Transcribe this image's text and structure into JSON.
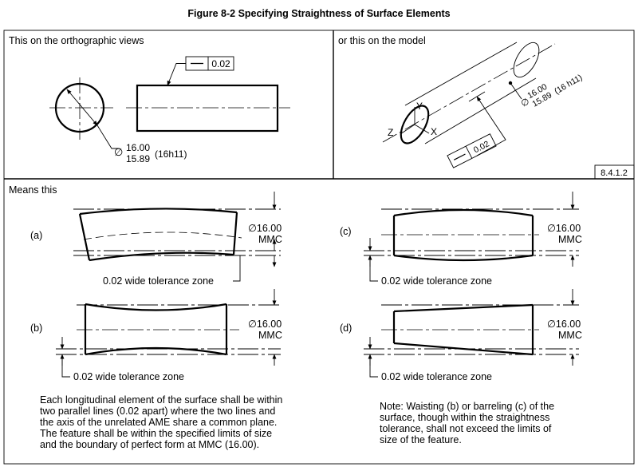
{
  "figure_title": "Figure 8-2 Specifying Straightness of Surface Elements",
  "panel_ortho": {
    "label": "This on the orthographic views",
    "fcf_tolerance": "0.02",
    "dim_upper": "16.00",
    "dim_lower": "15.89",
    "dim_fit": "(16h11)",
    "diameter_symbol": "∅"
  },
  "panel_model": {
    "label": "or this on the model",
    "fcf_tolerance": "0.02",
    "dim_upper": "16.00",
    "dim_lower": "15.89",
    "dim_fit": "(16 h11)",
    "axis_x": "X",
    "axis_y": "Y",
    "axis_z": "Z",
    "reference": "8.4.1.2"
  },
  "panel_means": {
    "label": "Means this",
    "a": {
      "tag": "(a)",
      "dim": "∅16.00",
      "mmc": "MMC",
      "zone": "0.02  wide  tolerance  zone"
    },
    "b": {
      "tag": "(b)",
      "dim": "∅16.00",
      "mmc": "MMC",
      "zone": "0.02  wide  tolerance  zone"
    },
    "c": {
      "tag": "(c)",
      "dim": "∅16.00",
      "mmc": "MMC",
      "zone": "0.02  wide  tolerance  zone"
    },
    "d": {
      "tag": "(d)",
      "dim": "∅16.00",
      "mmc": "MMC",
      "zone": "0.02  wide  tolerance  zone"
    },
    "text_left": [
      "Each longitudinal element of the surface shall be within",
      "two parallel lines (0.02 apart) where the two lines and",
      "the axis of the unrelated AME share a common plane.",
      "The feature shall be within the specified limits of size",
      "and the boundary of perfect form at MMC (16.00)."
    ],
    "text_right": [
      "Note: Waisting (b) or barreling (c) of the",
      "surface, though within the straightness",
      "tolerance, shall not exceed the limits of",
      "size of the feature."
    ]
  }
}
